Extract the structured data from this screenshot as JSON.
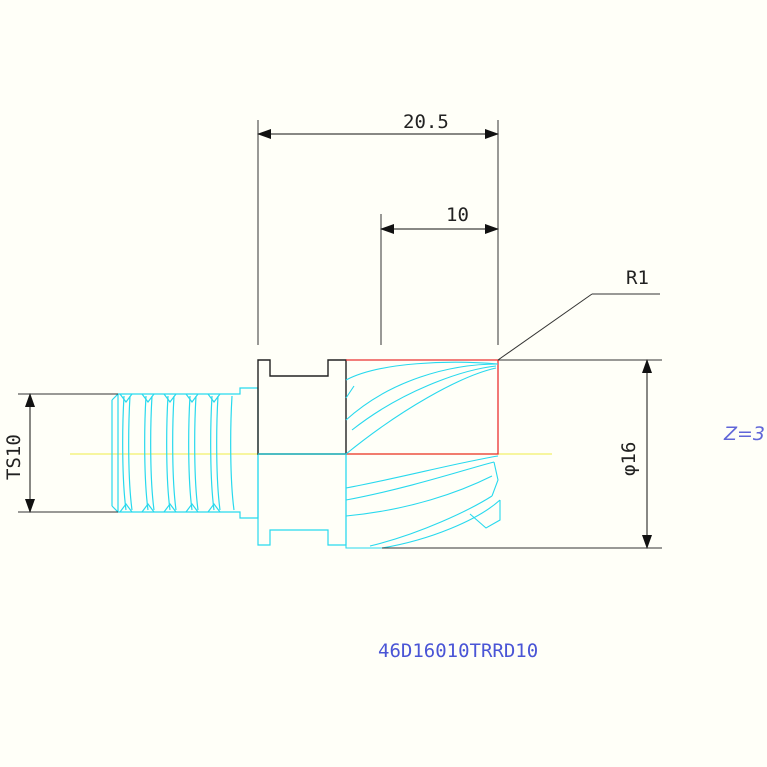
{
  "dimensions": {
    "overall_length": "20.5",
    "cut_length": "10",
    "corner_radius": "R1",
    "diameter": "φ16",
    "thread": "TS10"
  },
  "labels": {
    "flutes": "Z=3",
    "part_number": "46D16010TRRD10"
  },
  "colors": {
    "cyan": "#28d9ee",
    "red": "#ea3030",
    "dark": "#222222",
    "center_line": "#f2f06a",
    "blue_text": "#4a55d6"
  }
}
